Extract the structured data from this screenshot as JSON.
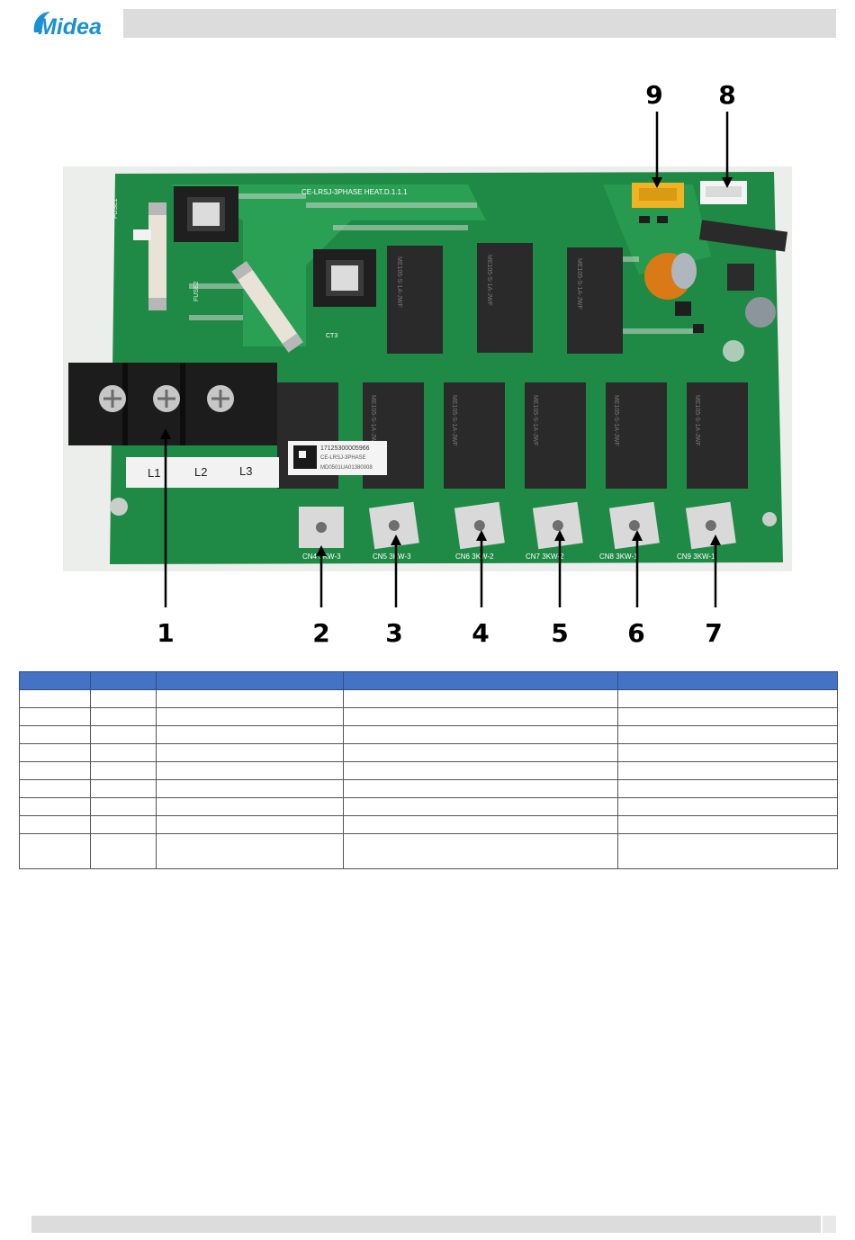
{
  "header": {
    "logo_text": "Midea",
    "brand_color": "#1a8fd6"
  },
  "photo": {
    "board_silk": "CE-LRSJ-3PHASE HEAT.D.1.1.1",
    "label_code": "17125300005966",
    "label_line2": "CE-LRSJ-3PHASE",
    "label_line3": "MD0501UA01380008",
    "terminals": [
      "L1",
      "L2",
      "L3"
    ],
    "connectors": [
      {
        "name": "CN4",
        "tag": "3KW-3"
      },
      {
        "name": "CN5",
        "tag": "3KW-3"
      },
      {
        "name": "CN6",
        "tag": "3KW-2"
      },
      {
        "name": "CN7",
        "tag": "3KW-2"
      },
      {
        "name": "CN8",
        "tag": "3KW-1"
      },
      {
        "name": "CN9",
        "tag": "3KW-1"
      }
    ],
    "relay_marking": "ME105-S-1A-JWF",
    "fuse_labels": [
      "FUSE1",
      "FUSE2"
    ],
    "ct_label": "CT3"
  },
  "callouts": [
    "1",
    "2",
    "3",
    "4",
    "5",
    "6",
    "7",
    "8",
    "9"
  ],
  "table": {
    "header_color": "#4472c4",
    "columns": [
      "",
      "",
      "",
      "",
      ""
    ],
    "rows": [
      [
        "",
        "",
        "",
        "",
        ""
      ],
      [
        "",
        "",
        "",
        "",
        ""
      ],
      [
        "",
        "",
        "",
        "",
        ""
      ],
      [
        "",
        "",
        "",
        "",
        ""
      ],
      [
        "",
        "",
        "",
        "",
        ""
      ],
      [
        "",
        "",
        "",
        "",
        ""
      ],
      [
        "",
        "",
        "",
        "",
        ""
      ],
      [
        "",
        "",
        "",
        "",
        ""
      ],
      [
        "",
        "",
        "",
        "",
        ""
      ]
    ]
  }
}
